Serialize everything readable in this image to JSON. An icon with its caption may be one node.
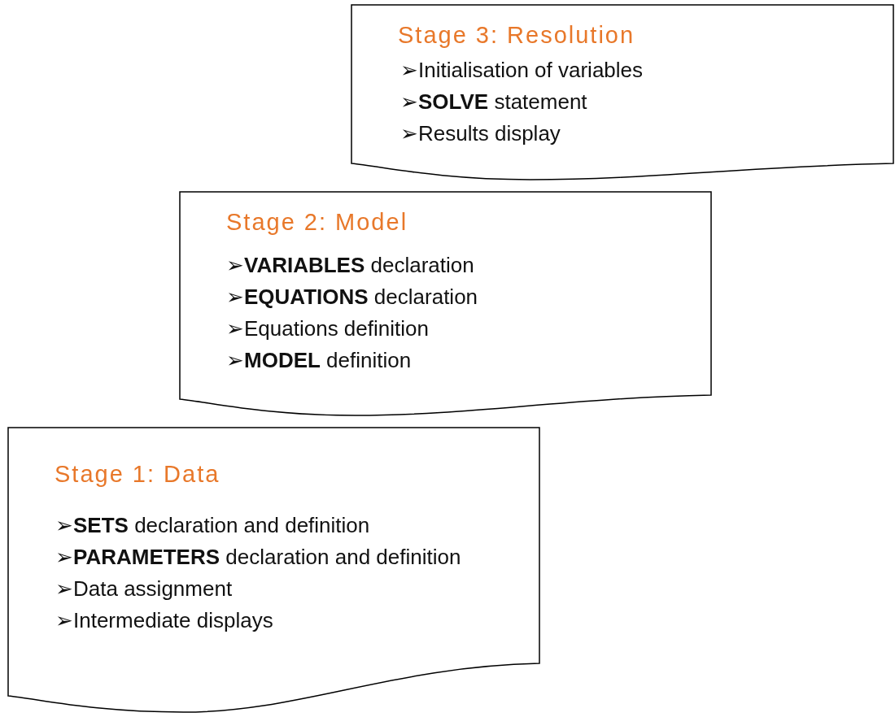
{
  "diagram": {
    "nodes": [
      {
        "text": [
          "Stage 3: Resolution",
          "➢Initialisation of variables",
          "➢**SOLVE** statement",
          "➢Results display"
        ]
      },
      {
        "text": [
          "Stage 2: Model",
          "➢**VARIABLES** declaration",
          "➢**EQUATIONS** declaration",
          "➢Equations definition",
          "➢**MODEL** definition"
        ]
      },
      {
        "text": [
          "Stage 1: Data",
          "➢**SETS** declaration and definition",
          "➢**PARAMETERS** declaration and definition",
          "➢Data assignment",
          "➢Intermediate displays"
        ]
      }
    ],
    "edges": []
  }
}
